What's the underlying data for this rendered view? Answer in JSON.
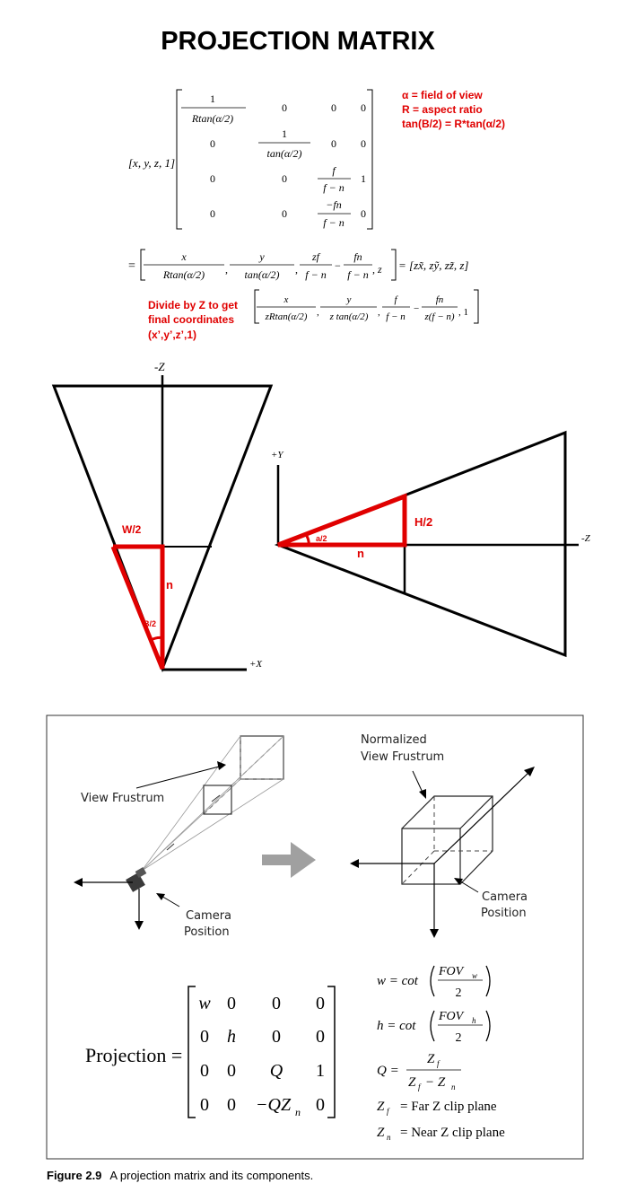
{
  "title": "PROJECTION MATRIX",
  "notes": {
    "line1": "α = field of view",
    "line2": "R = aspect ratio",
    "line3": "tan(B/2) = R*tan(α/2)"
  },
  "matrix_top": {
    "row_vector": "[x, y, z, 1]",
    "m11_num": "1",
    "m11_den": "Rtan(α/2)",
    "m22_num": "1",
    "m22_den": "tan(α/2)",
    "m33_num": "f",
    "m33_den": "f − n",
    "m43_num": "−fn",
    "m43_den": "f − n",
    "zero": "0",
    "one": "1"
  },
  "result": {
    "t1_num": "x",
    "t1_den": "Rtan(α/2)",
    "t2_num": "y",
    "t2_den": "tan(α/2)",
    "t3_num": "zf",
    "t3_den": "f − n",
    "t4_num": "fn",
    "t4_den": "f − n",
    "tail": ", z",
    "equals_rhs": "= [zx̃, zỹ, zz̃, z]"
  },
  "divide": {
    "line1": "Divide by Z to get",
    "line2": "final coordinates",
    "line3": "(x’,y’,z’,1)",
    "d1_num": "x",
    "d1_den": "zRtan(α/2)",
    "d2_num": "y",
    "d2_den": "z tan(α/2)",
    "d3_num": "f",
    "d3_den": "f − n",
    "d4_num": "fn",
    "d4_den": "z(f − n)",
    "tail": ", 1"
  },
  "top_view": {
    "axis_neg_z": "-Z",
    "axis_pos_x": "+X",
    "label_w2": "W/2",
    "label_n": "n",
    "label_b2": "B/2"
  },
  "side_view": {
    "axis_pos_y": "+Y",
    "axis_neg_z": "-Z",
    "label_h2": "H/2",
    "label_a2": "a/2",
    "label_n": "n"
  },
  "figure": {
    "view_frustum": "View Frustrum",
    "camera_position_l1": "Camera",
    "camera_position_l2": "Position",
    "normalized_l1": "Normalized",
    "normalized_l2": "View Frustrum",
    "camera_position_r1": "Camera",
    "camera_position_r2": "Position",
    "projection_label": "Projection =",
    "m_w": "w",
    "m_h": "h",
    "m_q": "Q",
    "m_qzn": "−QZ",
    "m_n_sub": "n",
    "zero": "0",
    "one": "1",
    "w_eq": "w = cot",
    "fov_w": "FOV",
    "fov_w_sub": "w",
    "h_eq": "h = cot",
    "fov_h": "FOV",
    "fov_h_sub": "h",
    "two": "2",
    "q_eq": "Q =",
    "zf": "Z",
    "zf_sub": "f",
    "zf_minus_zn": "Z",
    "minus": "− Z",
    "zn_sub": "n",
    "zf_def": "= Far Z clip plane",
    "zn_def": "= Near Z clip plane",
    "caption_bold": "Figure 2.9",
    "caption_text": "A projection matrix and its components."
  },
  "colors": {
    "accent_red": "#e00000",
    "arrow_gray": "#a0a0a0"
  }
}
